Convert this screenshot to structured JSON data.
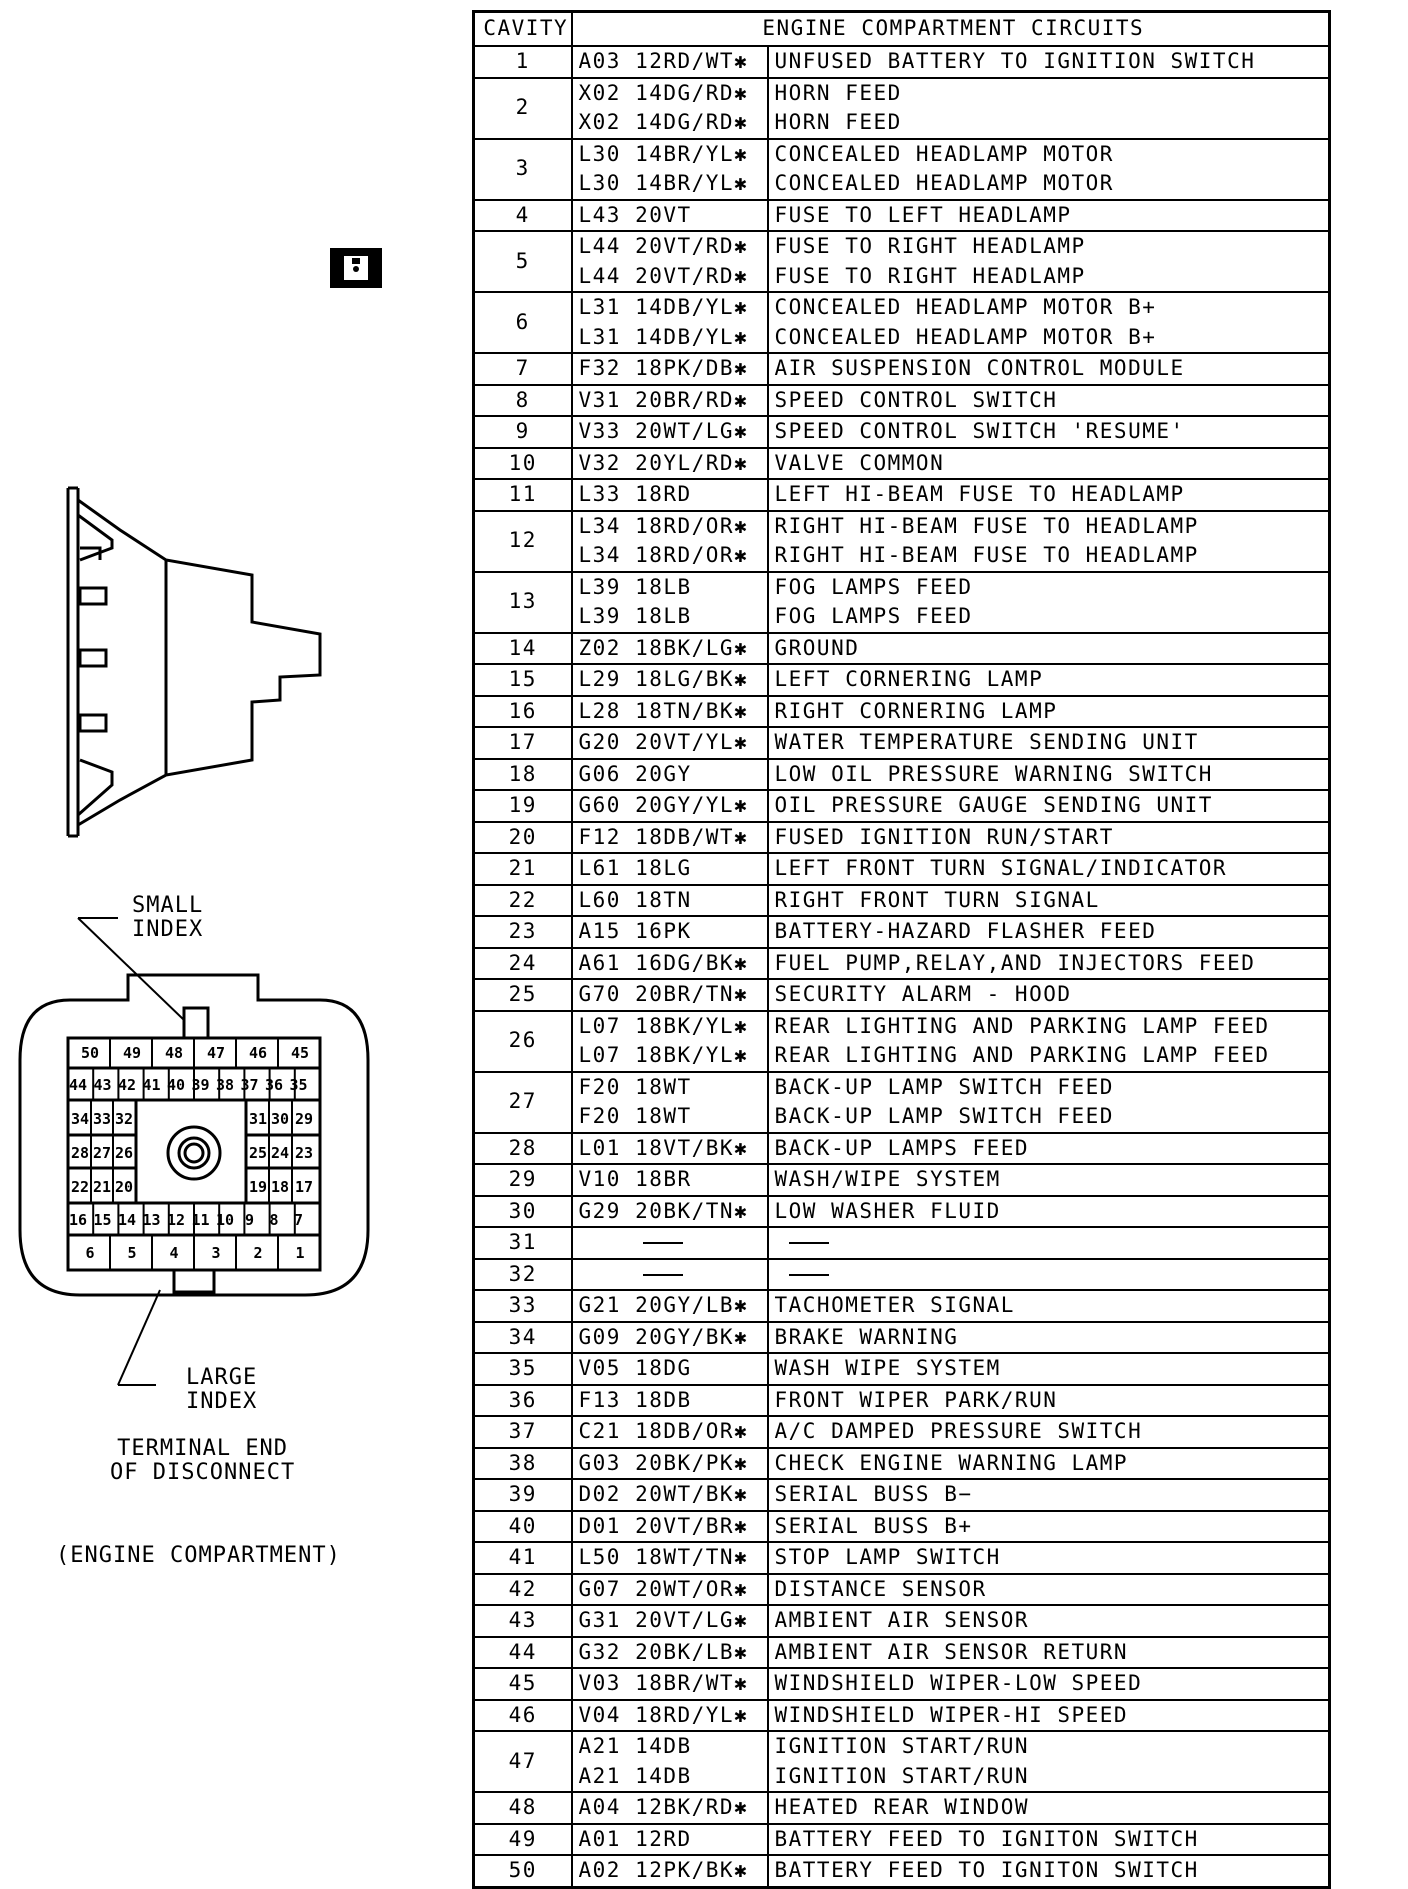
{
  "table": {
    "header_cavity": "CAVITY",
    "header_circuits": "ENGINE COMPARTMENT CIRCUITS",
    "rows": [
      {
        "cavity": "1",
        "wires": [
          "A03 12RD/WT✱"
        ],
        "descs": [
          "UNFUSED BATTERY TO IGNITION SWITCH"
        ]
      },
      {
        "cavity": "2",
        "wires": [
          "X02 14DG/RD✱",
          "X02 14DG/RD✱"
        ],
        "descs": [
          "HORN FEED",
          "HORN FEED"
        ]
      },
      {
        "cavity": "3",
        "wires": [
          "L30 14BR/YL✱",
          "L30 14BR/YL✱"
        ],
        "descs": [
          "CONCEALED HEADLAMP MOTOR",
          "CONCEALED HEADLAMP MOTOR"
        ]
      },
      {
        "cavity": "4",
        "wires": [
          "L43 20VT"
        ],
        "descs": [
          "FUSE TO LEFT HEADLAMP"
        ]
      },
      {
        "cavity": "5",
        "wires": [
          "L44 20VT/RD✱",
          "L44 20VT/RD✱"
        ],
        "descs": [
          "FUSE TO RIGHT HEADLAMP",
          "FUSE TO RIGHT HEADLAMP"
        ]
      },
      {
        "cavity": "6",
        "wires": [
          "L31 14DB/YL✱",
          "L31 14DB/YL✱"
        ],
        "descs": [
          "CONCEALED HEADLAMP MOTOR B+",
          "CONCEALED HEADLAMP MOTOR B+"
        ]
      },
      {
        "cavity": "7",
        "wires": [
          "F32 18PK/DB✱"
        ],
        "descs": [
          "AIR SUSPENSION CONTROL MODULE"
        ]
      },
      {
        "cavity": "8",
        "wires": [
          "V31 20BR/RD✱"
        ],
        "descs": [
          "SPEED CONTROL SWITCH"
        ]
      },
      {
        "cavity": "9",
        "wires": [
          "V33 20WT/LG✱"
        ],
        "descs": [
          "SPEED CONTROL SWITCH 'RESUME'"
        ]
      },
      {
        "cavity": "10",
        "wires": [
          "V32 20YL/RD✱"
        ],
        "descs": [
          "VALVE COMMON"
        ]
      },
      {
        "cavity": "11",
        "wires": [
          "L33 18RD"
        ],
        "descs": [
          "LEFT HI-BEAM FUSE TO HEADLAMP"
        ]
      },
      {
        "cavity": "12",
        "wires": [
          "L34 18RD/OR✱",
          "L34 18RD/OR✱"
        ],
        "descs": [
          "RIGHT HI-BEAM FUSE TO HEADLAMP",
          "RIGHT HI-BEAM FUSE TO HEADLAMP"
        ]
      },
      {
        "cavity": "13",
        "wires": [
          "L39 18LB",
          "L39 18LB"
        ],
        "descs": [
          "FOG LAMPS FEED",
          "FOG LAMPS FEED"
        ]
      },
      {
        "cavity": "14",
        "wires": [
          "Z02 18BK/LG✱"
        ],
        "descs": [
          "GROUND"
        ]
      },
      {
        "cavity": "15",
        "wires": [
          "L29 18LG/BK✱"
        ],
        "descs": [
          "LEFT CORNERING LAMP"
        ]
      },
      {
        "cavity": "16",
        "wires": [
          "L28 18TN/BK✱"
        ],
        "descs": [
          "RIGHT CORNERING LAMP"
        ]
      },
      {
        "cavity": "17",
        "wires": [
          "G20 20VT/YL✱"
        ],
        "descs": [
          "WATER TEMPERATURE SENDING UNIT"
        ]
      },
      {
        "cavity": "18",
        "wires": [
          "G06 20GY"
        ],
        "descs": [
          "LOW OIL PRESSURE WARNING SWITCH"
        ]
      },
      {
        "cavity": "19",
        "wires": [
          "G60 20GY/YL✱"
        ],
        "descs": [
          "OIL PRESSURE GAUGE SENDING UNIT"
        ]
      },
      {
        "cavity": "20",
        "wires": [
          "F12 18DB/WT✱"
        ],
        "descs": [
          "FUSED IGNITION RUN/START"
        ]
      },
      {
        "cavity": "21",
        "wires": [
          "L61 18LG"
        ],
        "descs": [
          "LEFT FRONT TURN SIGNAL/INDICATOR"
        ]
      },
      {
        "cavity": "22",
        "wires": [
          "L60 18TN"
        ],
        "descs": [
          "RIGHT FRONT TURN SIGNAL"
        ]
      },
      {
        "cavity": "23",
        "wires": [
          "A15 16PK"
        ],
        "descs": [
          "BATTERY-HAZARD FLASHER FEED"
        ]
      },
      {
        "cavity": "24",
        "wires": [
          "A61 16DG/BK✱"
        ],
        "descs": [
          "FUEL PUMP,RELAY,AND INJECTORS FEED"
        ]
      },
      {
        "cavity": "25",
        "wires": [
          "G70 20BR/TN✱"
        ],
        "descs": [
          "SECURITY ALARM - HOOD"
        ]
      },
      {
        "cavity": "26",
        "wires": [
          "L07 18BK/YL✱",
          "L07 18BK/YL✱"
        ],
        "descs": [
          "REAR LIGHTING AND PARKING LAMP FEED",
          "REAR LIGHTING AND PARKING LAMP FEED"
        ]
      },
      {
        "cavity": "27",
        "wires": [
          "F20 18WT",
          "F20 18WT"
        ],
        "descs": [
          "BACK-UP LAMP SWITCH FEED",
          "BACK-UP LAMP SWITCH FEED"
        ]
      },
      {
        "cavity": "28",
        "wires": [
          "L01 18VT/BK✱"
        ],
        "descs": [
          "BACK-UP LAMPS FEED"
        ]
      },
      {
        "cavity": "29",
        "wires": [
          "V10 18BR"
        ],
        "descs": [
          "WASH/WIPE SYSTEM"
        ]
      },
      {
        "cavity": "30",
        "wires": [
          "G29 20BK/TN✱"
        ],
        "descs": [
          "LOW WASHER FLUID"
        ]
      },
      {
        "cavity": "31",
        "wires": [],
        "descs": []
      },
      {
        "cavity": "32",
        "wires": [],
        "descs": []
      },
      {
        "cavity": "33",
        "wires": [
          "G21 20GY/LB✱"
        ],
        "descs": [
          "TACHOMETER SIGNAL"
        ]
      },
      {
        "cavity": "34",
        "wires": [
          "G09 20GY/BK✱"
        ],
        "descs": [
          "BRAKE WARNING"
        ]
      },
      {
        "cavity": "35",
        "wires": [
          "V05 18DG"
        ],
        "descs": [
          "WASH WIPE SYSTEM"
        ]
      },
      {
        "cavity": "36",
        "wires": [
          "F13 18DB"
        ],
        "descs": [
          "FRONT WIPER PARK/RUN"
        ]
      },
      {
        "cavity": "37",
        "wires": [
          "C21 18DB/OR✱"
        ],
        "descs": [
          "A/C DAMPED PRESSURE SWITCH"
        ]
      },
      {
        "cavity": "38",
        "wires": [
          "G03 20BK/PK✱"
        ],
        "descs": [
          "CHECK ENGINE WARNING LAMP"
        ]
      },
      {
        "cavity": "39",
        "wires": [
          "D02 20WT/BK✱"
        ],
        "descs": [
          "SERIAL BUSS B−"
        ]
      },
      {
        "cavity": "40",
        "wires": [
          "D01 20VT/BR✱"
        ],
        "descs": [
          "SERIAL BUSS B+"
        ]
      },
      {
        "cavity": "41",
        "wires": [
          "L50 18WT/TN✱"
        ],
        "descs": [
          "STOP LAMP SWITCH"
        ]
      },
      {
        "cavity": "42",
        "wires": [
          "G07 20WT/OR✱"
        ],
        "descs": [
          "DISTANCE SENSOR"
        ]
      },
      {
        "cavity": "43",
        "wires": [
          "G31 20VT/LG✱"
        ],
        "descs": [
          "AMBIENT AIR SENSOR"
        ]
      },
      {
        "cavity": "44",
        "wires": [
          "G32 20BK/LB✱"
        ],
        "descs": [
          "AMBIENT AIR SENSOR RETURN"
        ]
      },
      {
        "cavity": "45",
        "wires": [
          "V03 18BR/WT✱"
        ],
        "descs": [
          "WINDSHIELD WIPER-LOW SPEED"
        ]
      },
      {
        "cavity": "46",
        "wires": [
          "V04 18RD/YL✱"
        ],
        "descs": [
          "WINDSHIELD WIPER-HI SPEED"
        ]
      },
      {
        "cavity": "47",
        "wires": [
          "A21 14DB",
          "A21 14DB"
        ],
        "descs": [
          "IGNITION START/RUN",
          "IGNITION START/RUN"
        ]
      },
      {
        "cavity": "48",
        "wires": [
          "A04 12BK/RD✱"
        ],
        "descs": [
          "HEATED REAR WINDOW"
        ]
      },
      {
        "cavity": "49",
        "wires": [
          "A01 12RD"
        ],
        "descs": [
          "BATTERY FEED TO IGNITON SWITCH"
        ]
      },
      {
        "cavity": "50",
        "wires": [
          "A02 12PK/BK✱"
        ],
        "descs": [
          "BATTERY FEED TO IGNITON SWITCH"
        ]
      }
    ]
  },
  "diagram": {
    "small_index_label": "SMALL\nINDEX",
    "large_index_label": "LARGE\nINDEX",
    "terminal_label": "TERMINAL END\nOF DISCONNECT",
    "compartment_label": "(ENGINE COMPARTMENT)",
    "connector_icon": "connector-icon",
    "terminal_rows": [
      [
        "50",
        "49",
        "48",
        "47",
        "46",
        "45"
      ],
      [
        "44",
        "43",
        "42",
        "41",
        "40",
        "39",
        "38",
        "37",
        "36",
        "35"
      ],
      [
        "34",
        "33",
        "32",
        "31",
        "30",
        "29"
      ],
      [
        "28",
        "27",
        "26",
        "25",
        "24",
        "23"
      ],
      [
        "22",
        "21",
        "20",
        "19",
        "18",
        "17"
      ],
      [
        "16",
        "15",
        "14",
        "13",
        "12",
        "11",
        "10",
        "9",
        "8",
        "7"
      ],
      [
        "6",
        "5",
        "4",
        "3",
        "2",
        "1"
      ]
    ]
  }
}
